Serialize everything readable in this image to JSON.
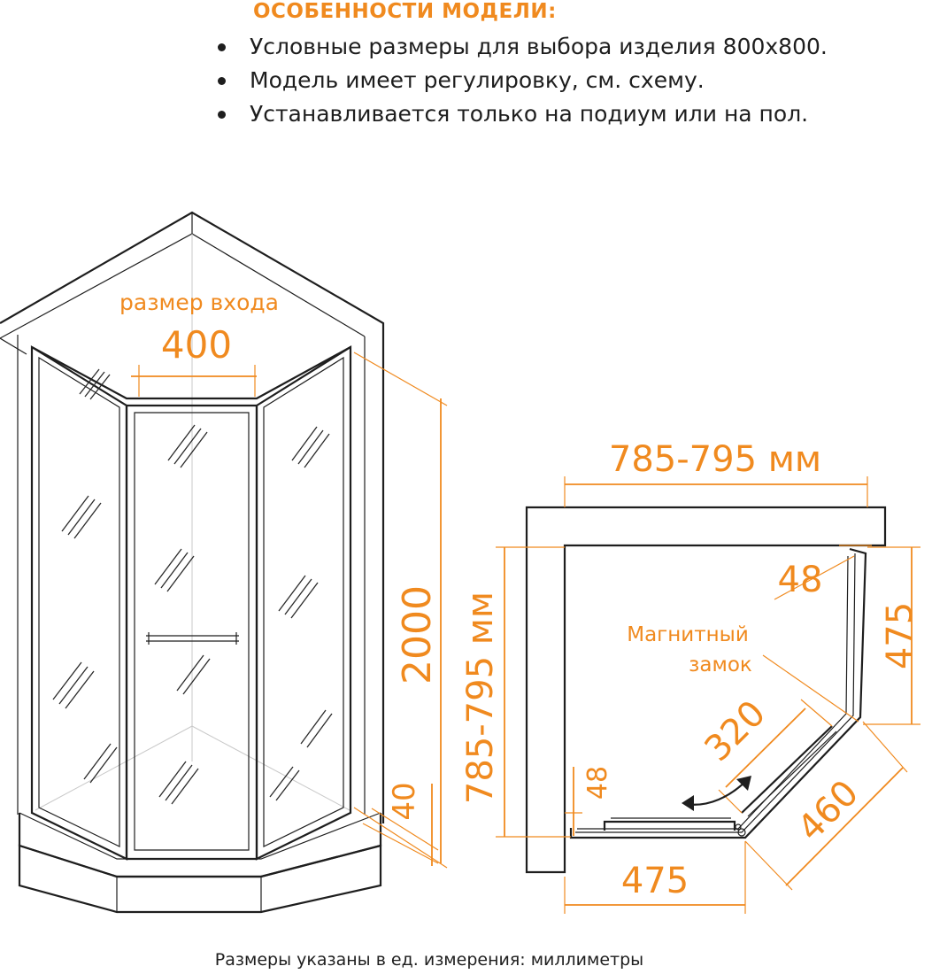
{
  "header": {
    "title": "ОСОБЕННОСТИ МОДЕЛИ:",
    "features": [
      "Условные размеры для выбора изделия 800х800.",
      "Модель имеет регулировку, см. схему.",
      "Устанавливается только на подиум или на пол."
    ]
  },
  "front_view": {
    "entrance_label": "размер входа",
    "entrance_width": "400",
    "height": "2000",
    "tray_height": "40"
  },
  "plan_view": {
    "width": "785-795 мм",
    "depth": "785-795 мм",
    "side_offset_top": "48",
    "side_offset_left": "48",
    "side_depth": "475",
    "bottom_width": "475",
    "diagonal": "460",
    "door_width": "320",
    "magnet_label_line1": "Магнитный",
    "magnet_label_line2": "замок"
  },
  "footnote": "Размеры указаны в ед. измерения: миллиметры",
  "colors": {
    "accent": "#f08a1f",
    "line": "#1e1e1e"
  }
}
